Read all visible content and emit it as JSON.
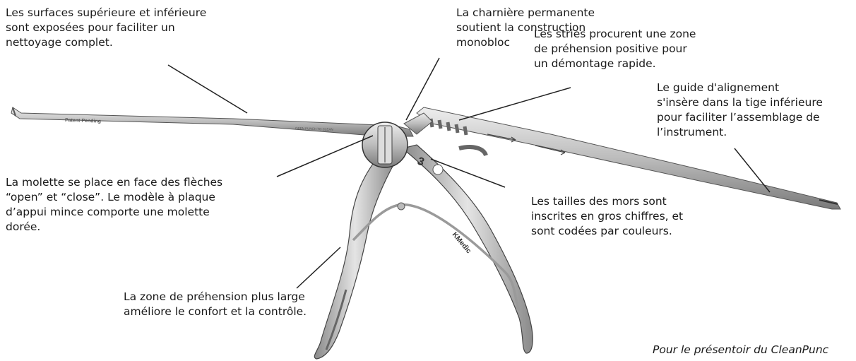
{
  "callouts": {
    "surfaces": "Les surfaces supérieure et inférieure\nsont exposées pour faciliter un\nnettoyage complet.",
    "charniere": "La charnière permanente\nsoutient la construction\nmonobloc",
    "stries": "Les stries procurent une zone\nde préhension positive pour\nun démontage rapide.",
    "guide": "Le guide d'alignement\ns'insère dans la tige inférieure\npour faciliter l’assemblage de\nl’instrument.",
    "molette": "La molette se place en face des flèches\n“open” et “close”. Le modèle à plaque\nd’appui mince comporte une molette\ndorée.",
    "tailles": "Les tailles des mors sont\ninscrites en gros chiffres, et\nsont codées par couleurs.",
    "zone": "La zone de préhension plus large\naméliore le confort et la contrôle."
  },
  "footer": "Pour le présentoir du CleanPunc",
  "instrument_engravings": {
    "shaft": "Patent Pending",
    "shaft_small": "OPEN PUNCH TO CLEAN",
    "brand": "KMedic",
    "size": "3"
  },
  "colors": {
    "metal_light": "#d6d6d6",
    "metal_mid": "#a9a9a9",
    "metal_dark": "#5a5a5a",
    "leader_line": "#222222",
    "text": "#1a1a1a"
  }
}
